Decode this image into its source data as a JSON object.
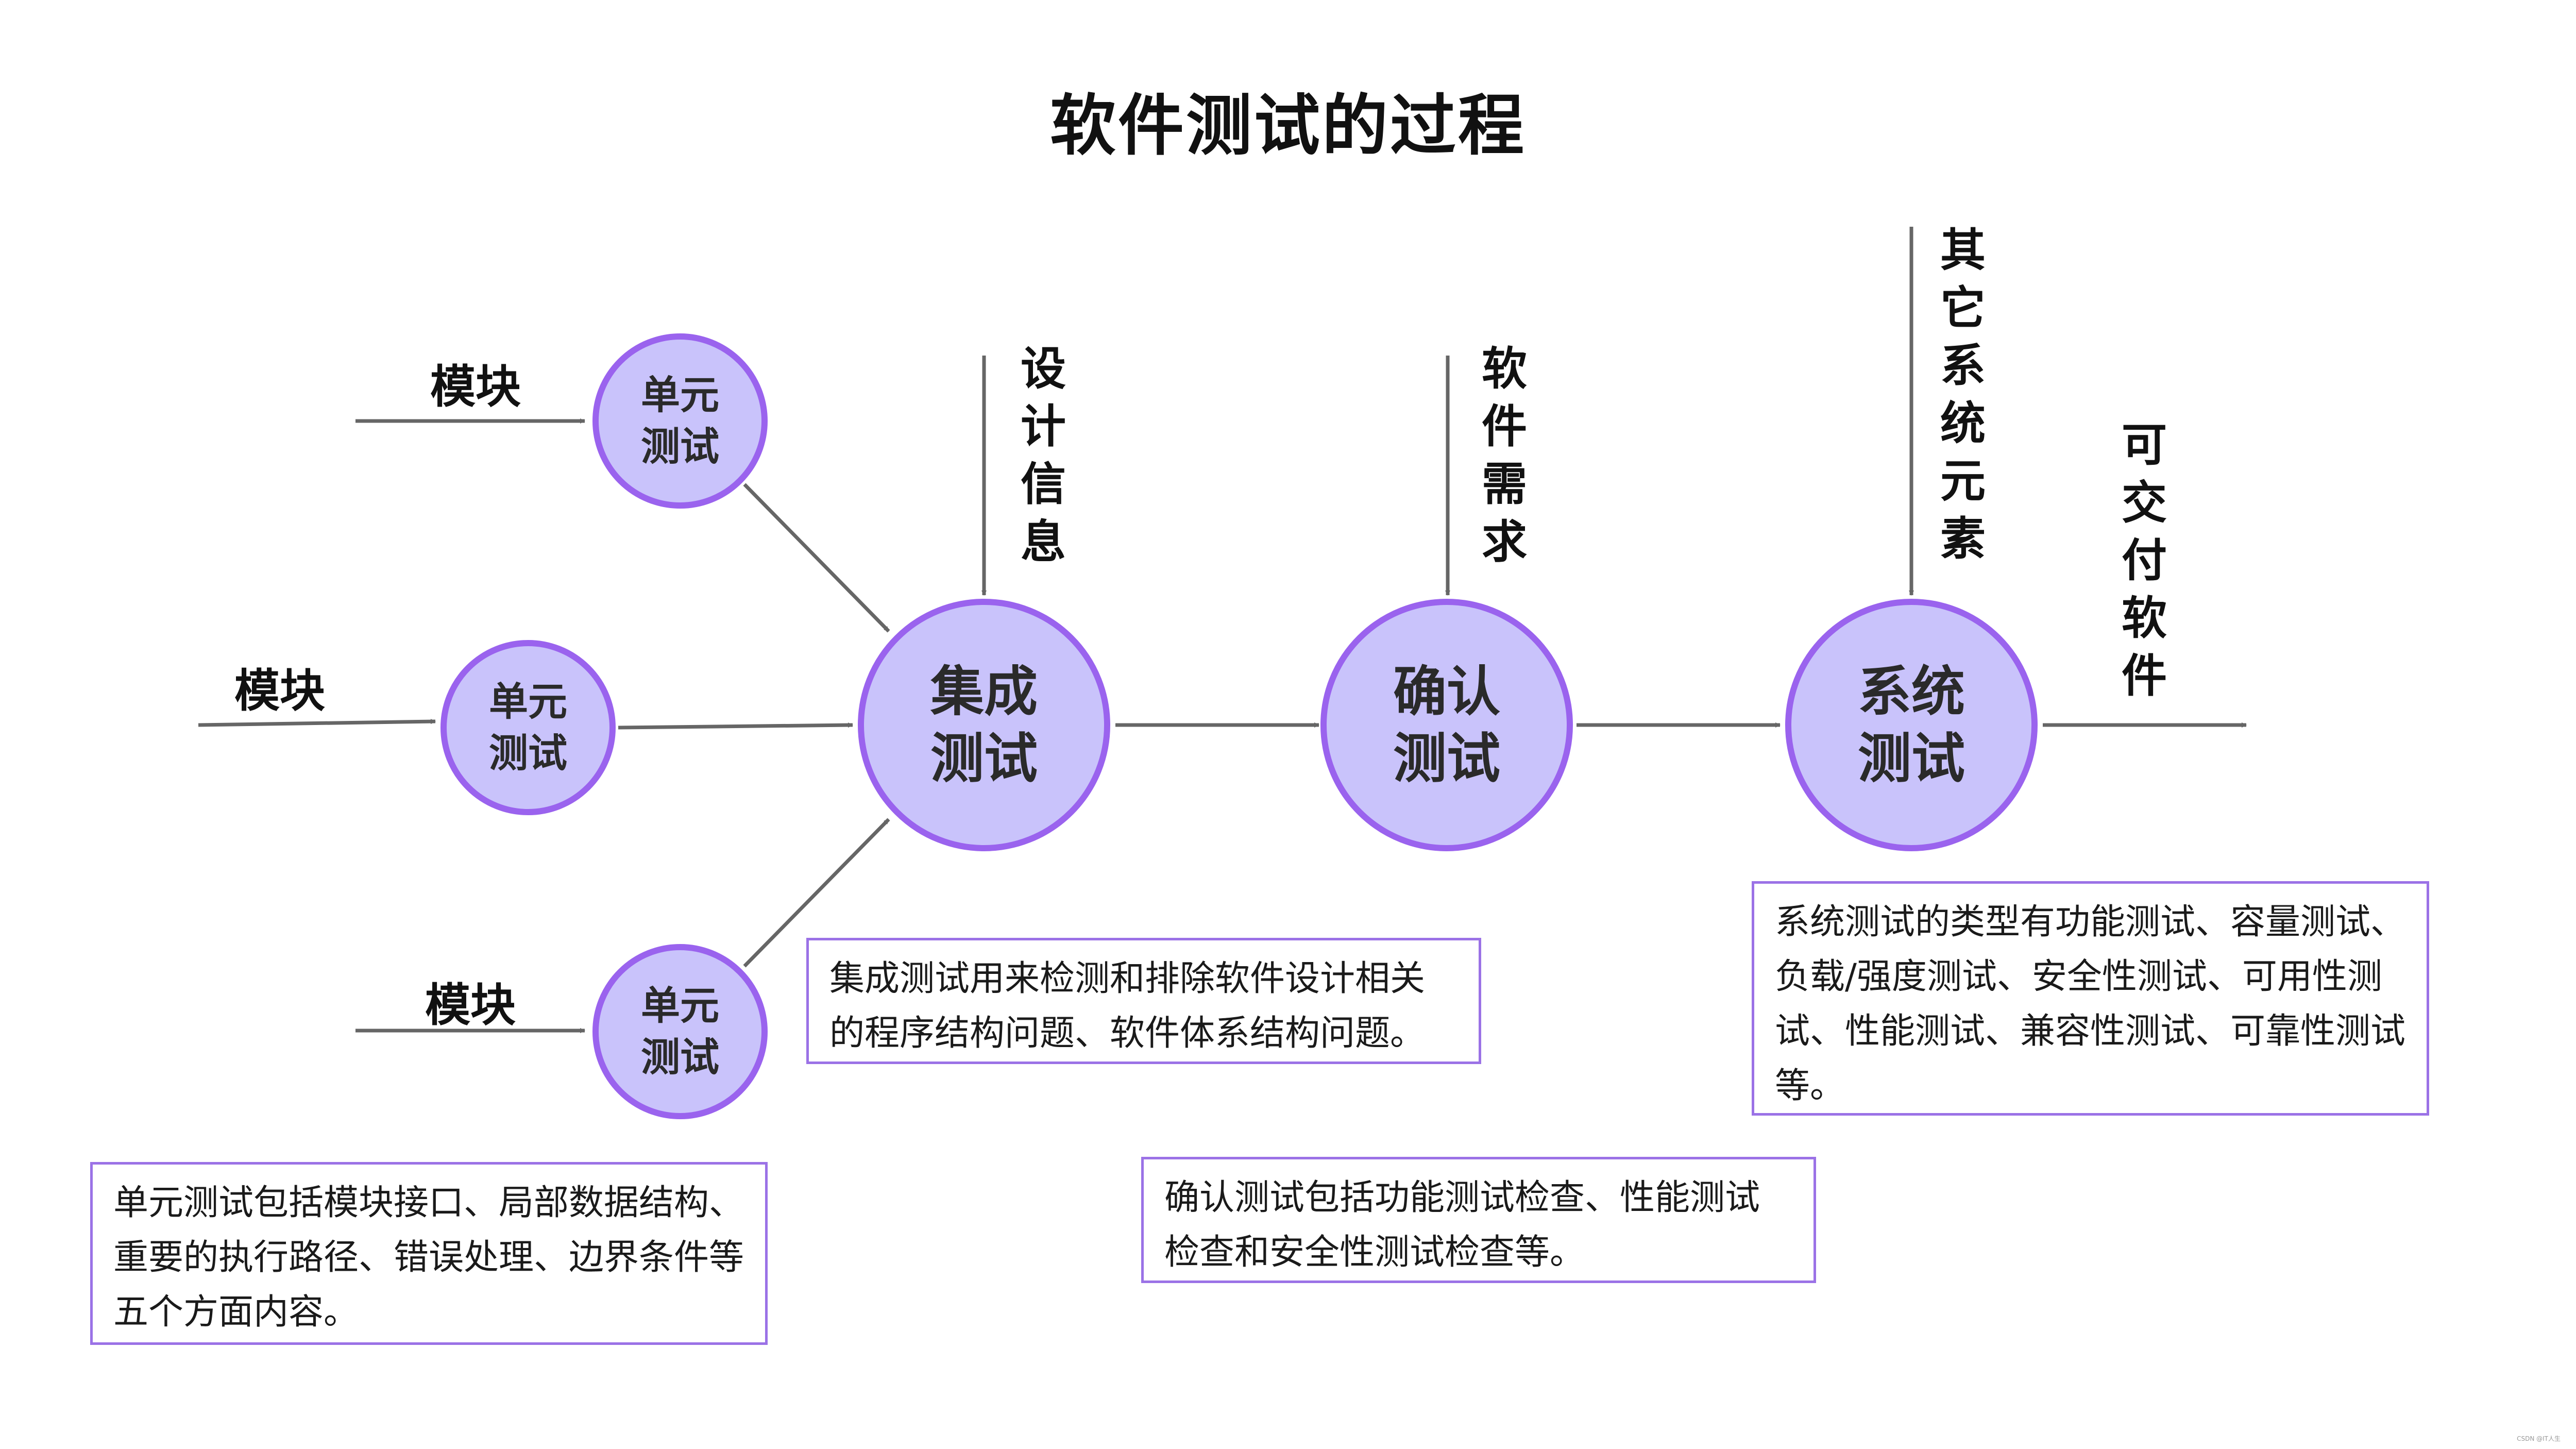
{
  "title": "软件测试的过程",
  "inputs": {
    "module_top": "模块",
    "module_mid": "模块",
    "module_bottom": "模块"
  },
  "nodes": {
    "unit_top": "单元测试",
    "unit_mid": "单元测试",
    "unit_bottom": "单元测试",
    "integration": "集成测试",
    "validation": "确认测试",
    "system": "系统测试"
  },
  "side_inputs": {
    "design_info": "设计信息",
    "software_requirements": "软件需求",
    "other_system_elements": "其它系统元素",
    "deliverable_software": "可交付软件"
  },
  "notes": {
    "unit": "单元测试包括模块接口、局部数据结构、重要的执行路径、错误处理、边界条件等五个方面内容。",
    "integration": "集成测试用来检测和排除软件设计相关的程序结构问题、软件体系结构问题。",
    "validation": "确认测试包括功能测试检查、性能测试检查和安全性测试检查等。",
    "system": "系统测试的类型有功能测试、容量测试、负载/强度测试、安全性测试、可用性测试、性能测试、兼容性测试、可靠性测试等。"
  },
  "colors": {
    "node_fill": "#c9c3fb",
    "node_border": "#9a63ee",
    "arrow": "#666666",
    "note_border": "#9b72e6"
  },
  "watermark": "CSDN @IT人生"
}
